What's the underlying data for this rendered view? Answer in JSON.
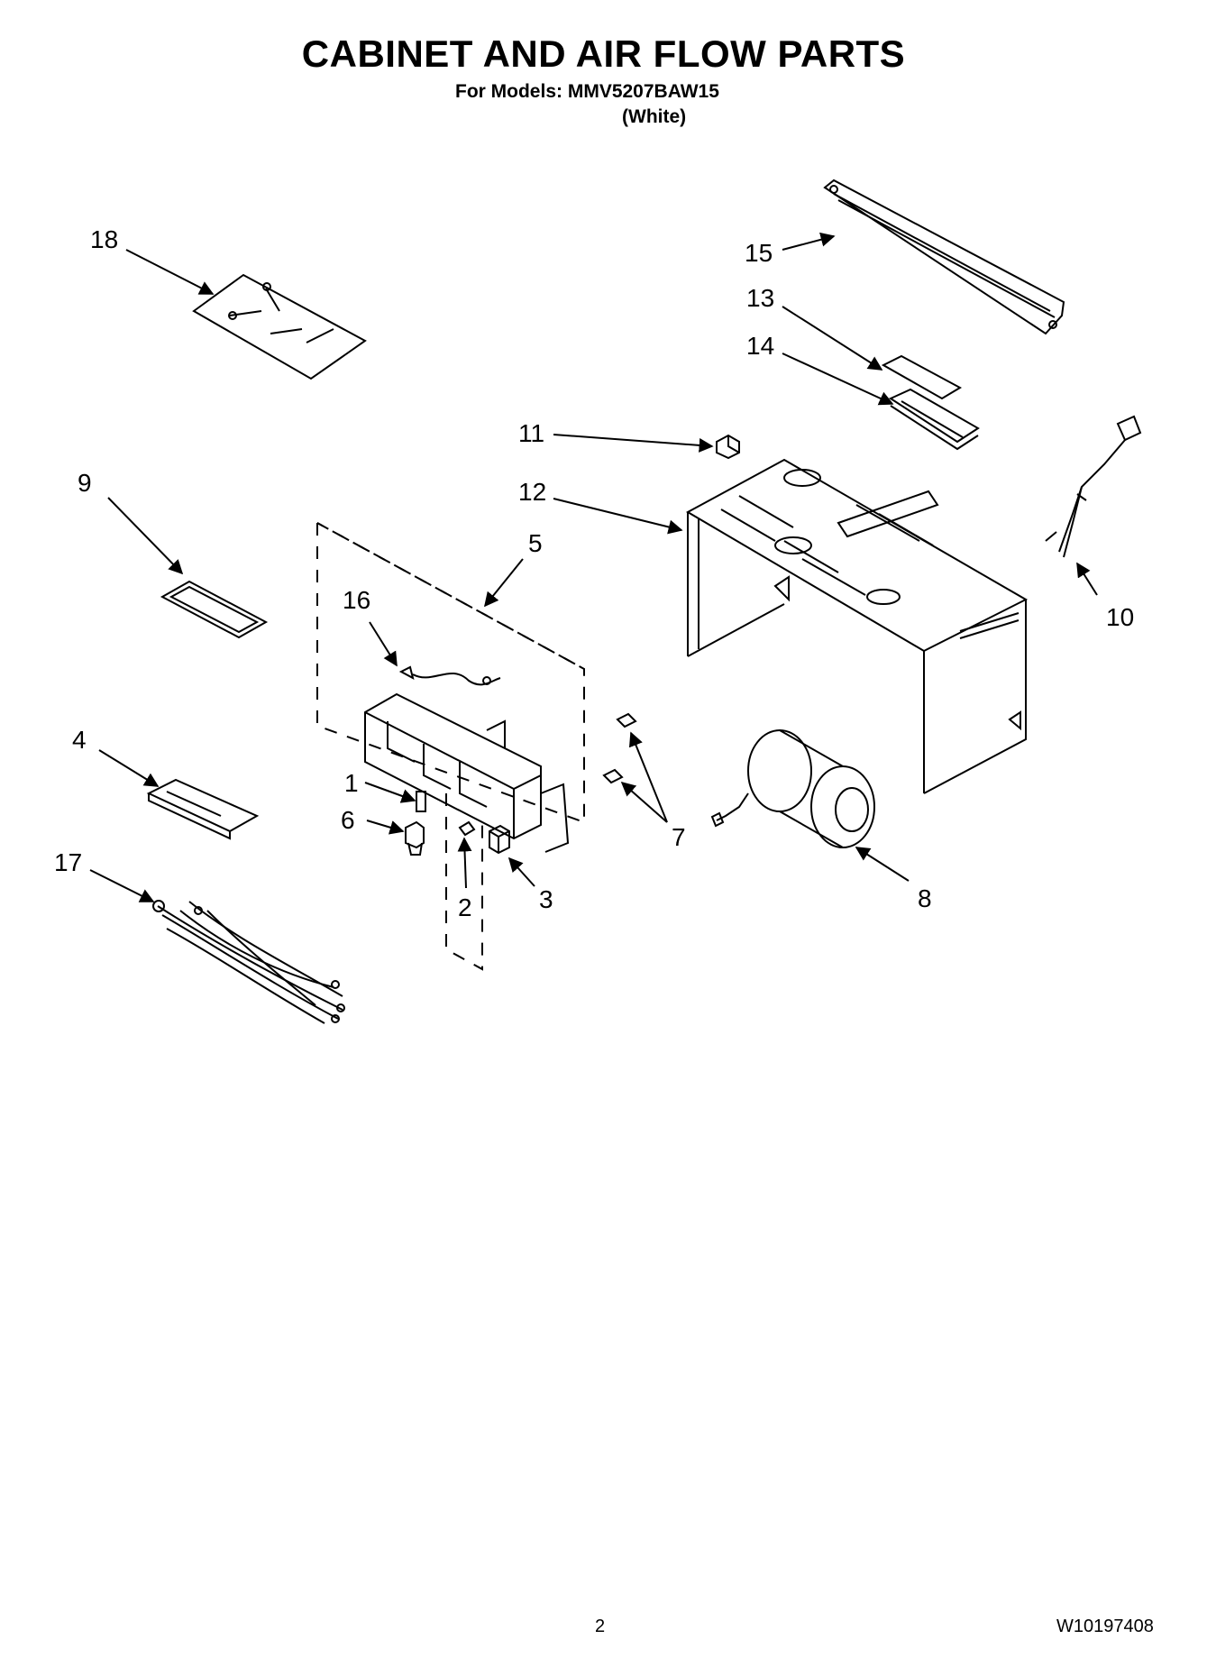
{
  "header": {
    "title": "CABINET AND AIR FLOW PARTS",
    "models": "For Models: MMV5207BAW15",
    "variant": "(White)"
  },
  "parts": [
    {
      "id": "part-1",
      "label": "1"
    },
    {
      "id": "part-2",
      "label": "2"
    },
    {
      "id": "part-3",
      "label": "3"
    },
    {
      "id": "part-4",
      "label": "4"
    },
    {
      "id": "part-5",
      "label": "5"
    },
    {
      "id": "part-6",
      "label": "6"
    },
    {
      "id": "part-7",
      "label": "7"
    },
    {
      "id": "part-8",
      "label": "8"
    },
    {
      "id": "part-9",
      "label": "9"
    },
    {
      "id": "part-10",
      "label": "10"
    },
    {
      "id": "part-11",
      "label": "11"
    },
    {
      "id": "part-12",
      "label": "12"
    },
    {
      "id": "part-13",
      "label": "13"
    },
    {
      "id": "part-14",
      "label": "14"
    },
    {
      "id": "part-15",
      "label": "15"
    },
    {
      "id": "part-16",
      "label": "16"
    },
    {
      "id": "part-17",
      "label": "17"
    },
    {
      "id": "part-18",
      "label": "18"
    }
  ],
  "footer": {
    "page_number": "2",
    "document_number": "W10197408"
  }
}
